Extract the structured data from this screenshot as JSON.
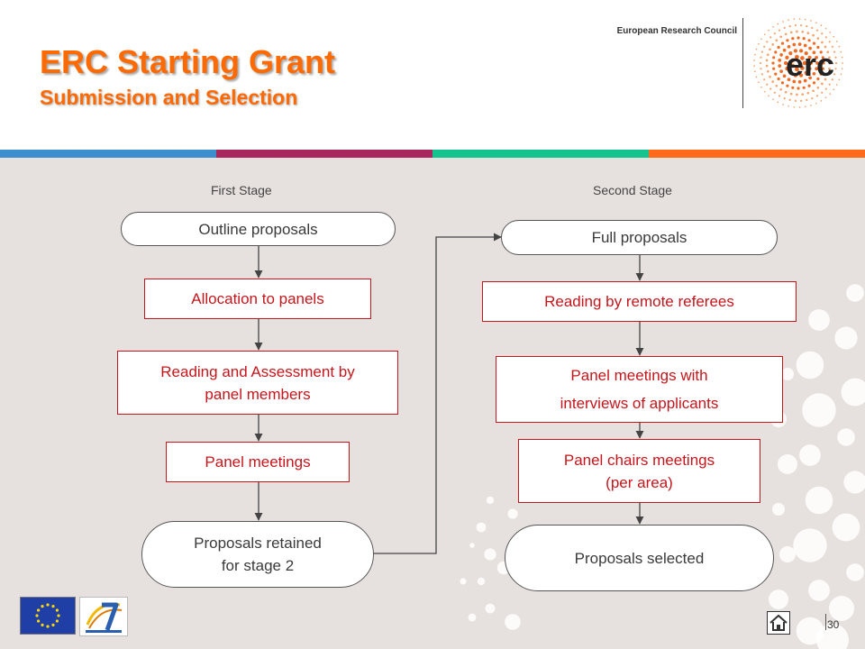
{
  "header": {
    "title": "ERC Starting Grant",
    "subtitle": "Submission and Selection",
    "org_name": "European Research Council",
    "logo_text": "erc",
    "logo_icon": "erc-dot-burst-logo"
  },
  "color_bar": [
    "#3b8fcc",
    "#a8275c",
    "#14c48e",
    "#ff6a1a"
  ],
  "stages": {
    "first": "First Stage",
    "second": "Second Stage"
  },
  "flow": {
    "first": {
      "outline": "Outline proposals",
      "allocation": "Allocation to panels",
      "reading_l1": "Reading and Assessment by",
      "reading_l2": "panel members",
      "panel_meetings": "Panel meetings",
      "retained_l1": "Proposals retained",
      "retained_l2": "for stage 2"
    },
    "second": {
      "full": "Full proposals",
      "remote": "Reading by remote referees",
      "interviews_l1": "Panel meetings with",
      "interviews_l2": "interviews of applicants",
      "chairs_l1": "Panel chairs meetings",
      "chairs_l2": "(per area)",
      "selected": "Proposals selected"
    }
  },
  "footer": {
    "page_number": "30",
    "home_icon": "home-icon",
    "eu_flag_icon": "eu-flag-icon",
    "fp7_logo_icon": "fp7-ideas-logo"
  },
  "colors": {
    "title_orange": "#ff6a00",
    "box_red": "#c4161c",
    "background": "#e6e1de"
  }
}
